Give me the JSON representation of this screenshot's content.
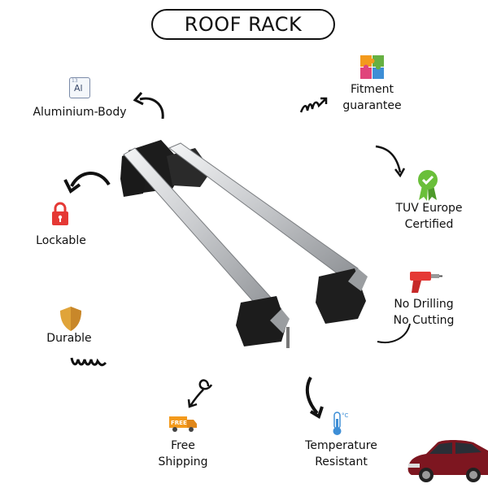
{
  "header": {
    "title": "ROOF RACK"
  },
  "features": {
    "aluminium": {
      "label": "Aluminium-Body",
      "icon": "aluminium-element-icon",
      "symbol": "Al",
      "number": "13"
    },
    "fitment": {
      "line1": "Fitment",
      "line2": "guarantee",
      "icon": "puzzle-icon"
    },
    "lockable": {
      "label": "Lockable",
      "icon": "padlock-icon"
    },
    "tuv": {
      "line1": "TUV Europe",
      "line2": "Certified",
      "icon": "certified-badge-icon"
    },
    "drilling": {
      "line1": "No Drilling",
      "line2": "No Cutting",
      "icon": "drill-icon"
    },
    "durable": {
      "label": "Durable",
      "icon": "shield-icon"
    },
    "shipping": {
      "line1": "Free",
      "line2": "Shipping",
      "icon": "delivery-truck-icon",
      "badge": "FREE"
    },
    "temperature": {
      "line1": "Temperature",
      "line2": "Resistant",
      "icon": "thermometer-icon",
      "unit": "°C"
    }
  },
  "colors": {
    "accent_red": "#e53935",
    "shield_gold": "#e0a43a",
    "badge_green": "#6abf3a",
    "truck_orange": "#f39a1c",
    "bar_silver": "#c8cacd",
    "foot_black": "#1c1c1c",
    "car_red": "#7d1620"
  }
}
